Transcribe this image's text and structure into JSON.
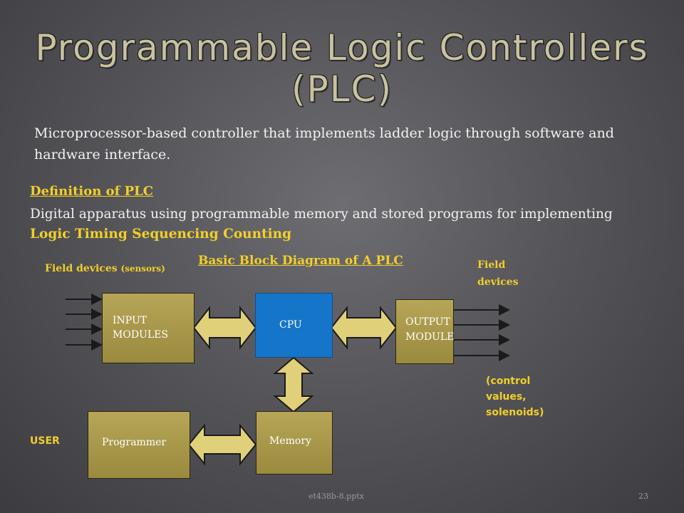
{
  "slide": {
    "title_line1": "Programmable Logic Controllers",
    "title_line2": "(PLC)",
    "intro_text": "Microprocessor-based controller that implements ladder logic through software and hardware interface.",
    "definition_heading": "Definition of PLC",
    "definition_text": "Digital apparatus using programmable memory and stored programs for implementing ",
    "definition_highlight": "Logic Timing Sequencing Counting"
  },
  "diagram": {
    "title": "Basic Block Diagram of A PLC",
    "field_devices_left": "Field devices",
    "field_devices_left_sub": "(sensors)",
    "field_devices_right_line1": "Field",
    "field_devices_right_line2": "devices",
    "control_values_line1": "(control",
    "control_values_line2": "values,",
    "control_values_line3": "solenoids)",
    "user_label": "USER",
    "blocks": {
      "input_line1": "INPUT",
      "input_line2": "MODULES",
      "cpu": "CPU",
      "output_line1": "OUTPUT",
      "output_line2": "MODULE",
      "programmer": "Programmer",
      "memory": "Memory"
    },
    "colors": {
      "module_fill": "#a8984a",
      "cpu_fill": "#1575c8",
      "arrow_fill": "#e0d07a",
      "highlight_text": "#f2cf2a"
    }
  },
  "footer": {
    "filename": "et438b-8.pptx",
    "page_number": "23"
  }
}
